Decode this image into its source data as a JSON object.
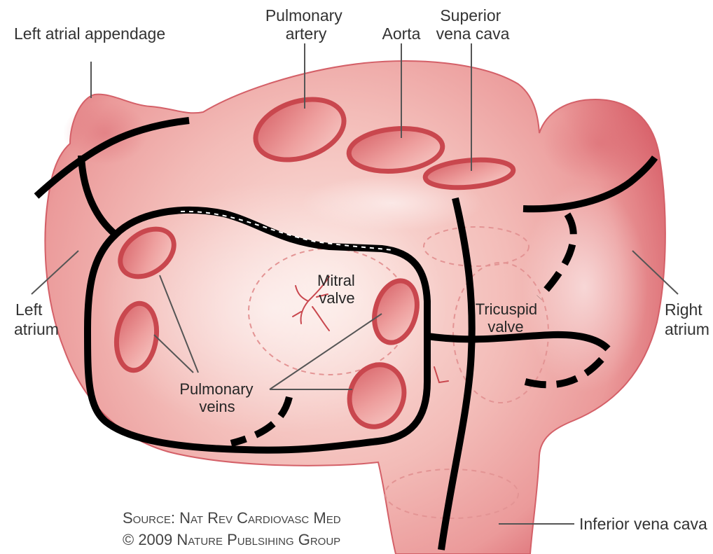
{
  "labels": {
    "left_atrial_appendage": "Left atrial appendage",
    "pulmonary_artery": [
      "Pulmonary",
      "artery"
    ],
    "aorta": "Aorta",
    "superior_vena_cava": [
      "Superior",
      "vena cava"
    ],
    "left_atrium": [
      "Left",
      "atrium"
    ],
    "right_atrium": [
      "Right",
      "atrium"
    ],
    "mitral_valve": [
      "Mitral",
      "valve"
    ],
    "tricuspid_valve": [
      "Tricuspid",
      "valve"
    ],
    "pulmonary_veins": [
      "Pulmonary",
      "veins"
    ],
    "inferior_vena_cava": "Inferior vena cava"
  },
  "source": {
    "line1": "Source: Nat Rev Cardiovasc Med",
    "line2": "© 2009 Nature Publsihing Group"
  },
  "colors": {
    "tissue_light": "#fce6e1",
    "tissue_mid": "#f3bcb8",
    "tissue_dark": "#d8616a",
    "vessel_ring": "#c9474e",
    "ablation_line": "#000000",
    "leader_line": "#555555",
    "label_text": "#333333",
    "dashed_outline": "#e39494"
  }
}
